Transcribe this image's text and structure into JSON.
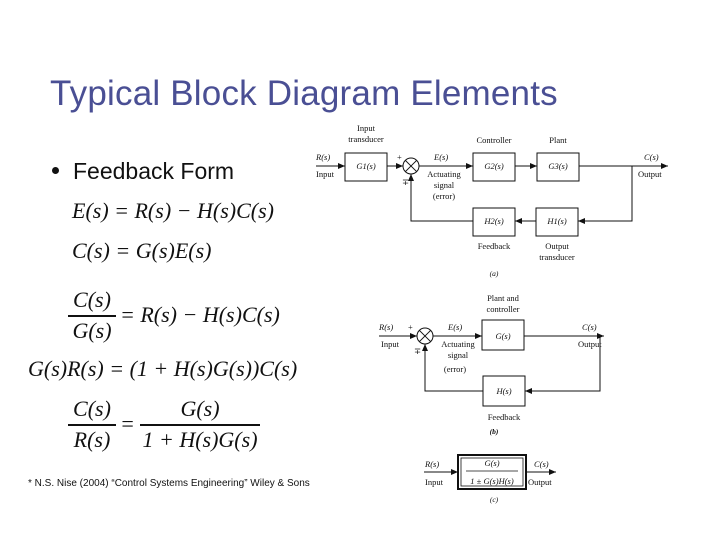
{
  "slide": {
    "title": "Typical Block Diagram Elements",
    "bullet": "Feedback Form",
    "reference": "* N.S. Nise (2004) “Control Systems Engineering” Wiley & Sons"
  },
  "equations": {
    "eq1": "E(s) = R(s) − H(s)C(s)",
    "eq2": "C(s) = G(s)E(s)",
    "eq3_num": "C(s)",
    "eq3_den": "G(s)",
    "eq3_rhs": "= R(s) − H(s)C(s)",
    "eq4": "G(s)R(s) = (1 + H(s)G(s))C(s)",
    "eq5_lnum": "C(s)",
    "eq5_lden": "R(s)",
    "eq5_eq": "=",
    "eq5_rnum": "G(s)",
    "eq5_rden": "1 + H(s)G(s)"
  },
  "diagram_a": {
    "input_transducer_l1": "Input",
    "input_transducer_l2": "transducer",
    "controller": "Controller",
    "plant": "Plant",
    "r": "R(s)",
    "input": "Input",
    "g1": "G1(s)",
    "plus": "+",
    "minus": "∓",
    "e": "E(s)",
    "g2": "G2(s)",
    "g3": "G3(s)",
    "c": "C(s)",
    "output": "Output",
    "act1": "Actuating",
    "act2": "signal",
    "act3": "(error)",
    "h2": "H2(s)",
    "h1": "H1(s)",
    "feedback": "Feedback",
    "ot1": "Output",
    "ot2": "transducer",
    "label": "(a)"
  },
  "diagram_b": {
    "pc1": "Plant and",
    "pc2": "controller",
    "r": "R(s)",
    "input": "Input",
    "plus": "+",
    "minus": "∓",
    "e": "E(s)",
    "g": "G(s)",
    "c": "C(s)",
    "output": "Output",
    "act1": "Actuating",
    "act2": "signal",
    "act3": "(error)",
    "h": "H(s)",
    "feedback": "Feedback",
    "label": "(b)"
  },
  "diagram_c": {
    "r": "R(s)",
    "input": "Input",
    "num": "G(s)",
    "den": "1 ± G(s)H(s)",
    "c": "C(s)",
    "output": "Output",
    "label": "(c)"
  }
}
